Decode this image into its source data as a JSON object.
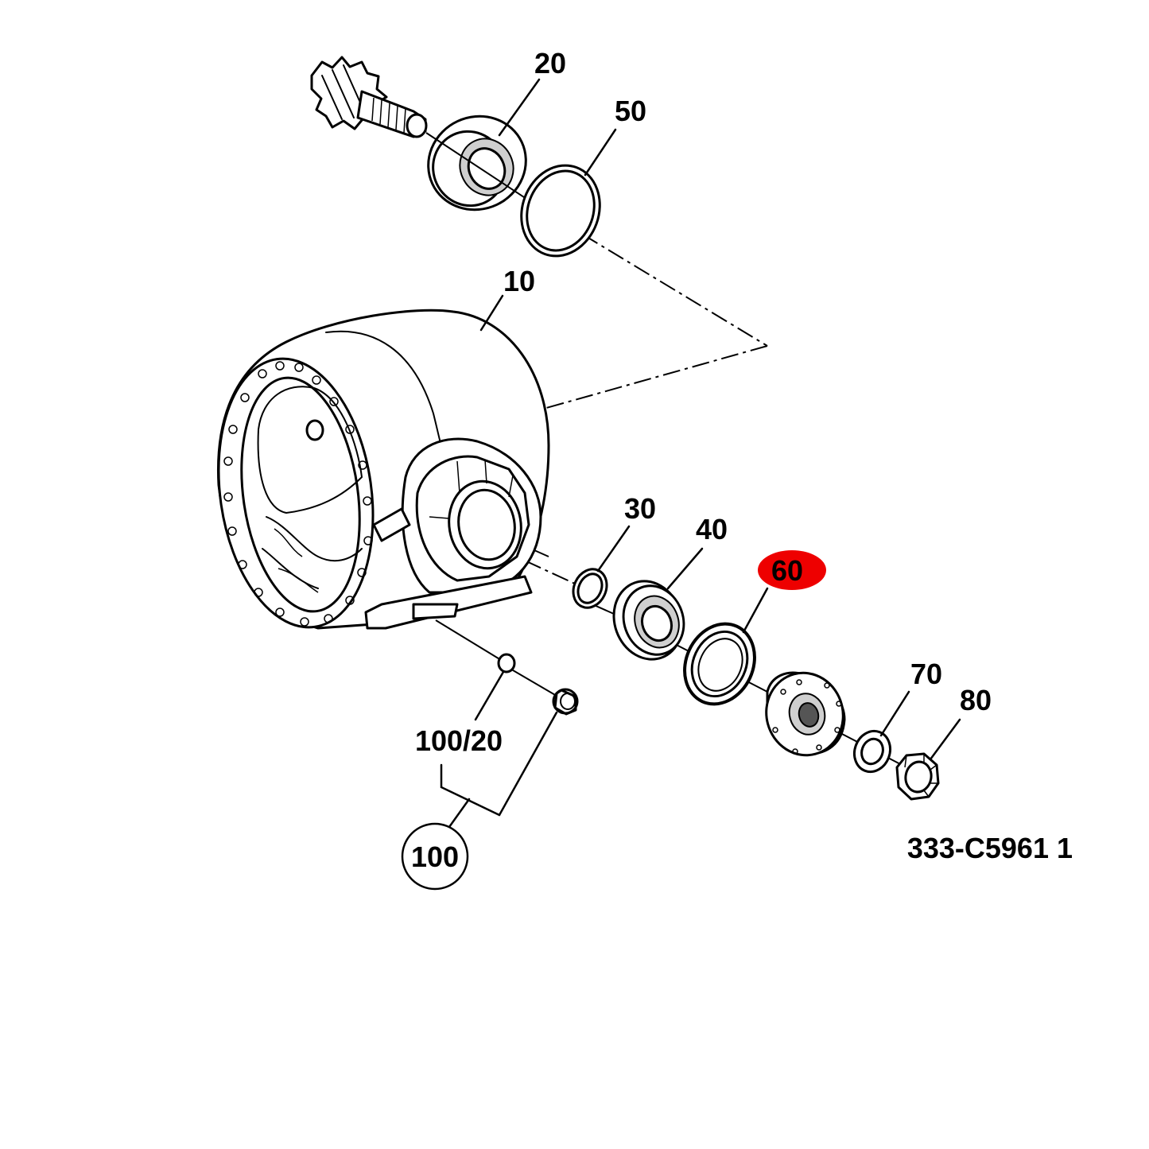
{
  "labels": {
    "p10": "10",
    "p20": "20",
    "p30": "30",
    "p40": "40",
    "p50": "50",
    "p60": "60",
    "p70": "70",
    "p80": "80",
    "p100_20": "100/20",
    "p100": "100"
  },
  "colors": {
    "highlight": "#ee0000",
    "line": "#000000",
    "background": "#ffffff"
  },
  "highlighted_part": "60",
  "drawing_number": "333-C5961 1"
}
